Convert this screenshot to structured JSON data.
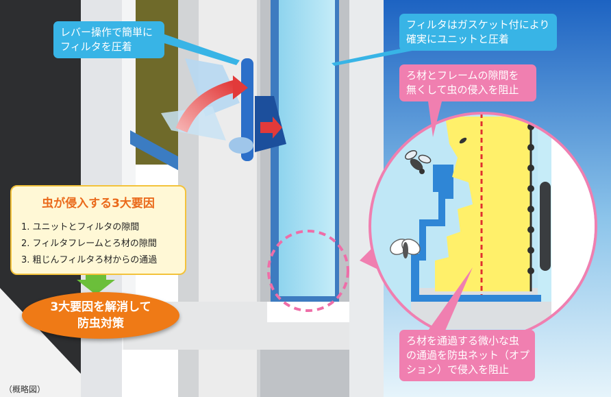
{
  "callouts": {
    "lever": [
      "レバー操作で簡単に",
      "フィルタを圧着"
    ],
    "gasket": [
      "フィルタはガスケット付により",
      "確実にユニットと圧着"
    ],
    "gap": [
      "ろ材とフレームの隙間を",
      "無くして虫の侵入を阻止"
    ],
    "net": [
      "ろ材を通過する微小な虫",
      "の通過を防虫ネット（オプ",
      "ション）で侵入を阻止"
    ]
  },
  "causes": {
    "title": "虫が侵入する3大要因",
    "items": [
      "1. ユニットとフィルタの隙間",
      "2. フィルタフレームとろ材の隙間",
      "3. 粗じんフィルタろ材からの通過"
    ]
  },
  "solution": [
    "3大要因を解消して",
    "防虫対策"
  ],
  "footnote": "（概略図）",
  "colors": {
    "callout_blue": "#38b4e6",
    "callout_pink": "#f07fb0",
    "filter_media": "#fff06a",
    "frame_blue": "#2f86d6",
    "solution_orange": "#ef7a16",
    "net_red": "#e03030"
  },
  "icons": [
    "fly-icon",
    "moth-icon",
    "small-insect-icon",
    "curved-arrow-icon",
    "push-arrow-icon",
    "down-arrow-icon"
  ]
}
